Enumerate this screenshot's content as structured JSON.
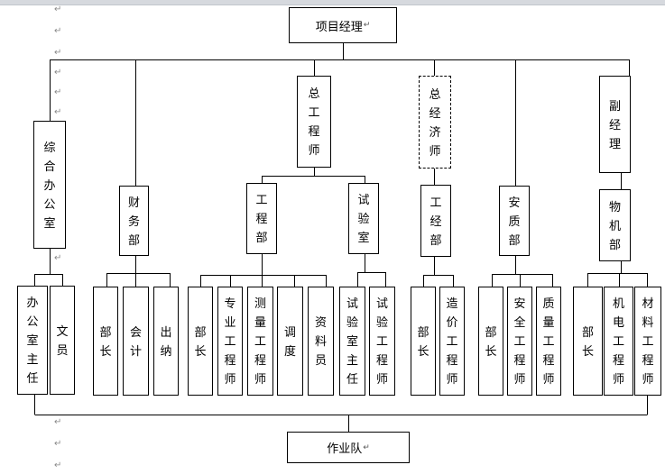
{
  "return_mark": "↵",
  "nodes": {
    "pm": "项目经理",
    "chief_engineer": "总工程师",
    "chief_economist": "总经济师",
    "deputy_manager": "副经理",
    "general_office": "综合办公室",
    "finance": "财务部",
    "engineering": "工程部",
    "lab": "试验室",
    "eng_econ": "工经部",
    "safety_quality": "安质部",
    "materials": "物机部",
    "office_director": "办公室主任",
    "clerk": "文员",
    "fin_head": "部长",
    "accountant": "会计",
    "cashier": "出纳",
    "eng_head": "部长",
    "eng_specialist": "专业工程师",
    "survey_engineer": "测量工程师",
    "dispatch": "调度",
    "archivist": "资料员",
    "lab_director": "试验室主任",
    "lab_engineer": "试验工程师",
    "econ_head": "部长",
    "cost_engineer": "造价工程师",
    "sq_head": "部长",
    "safety_engineer": "安全工程师",
    "quality_engineer": "质量工程师",
    "mat_head": "部长",
    "mech_engineer": "机电工程师",
    "material_engineer": "材料工程师",
    "work_team": "作业队"
  }
}
